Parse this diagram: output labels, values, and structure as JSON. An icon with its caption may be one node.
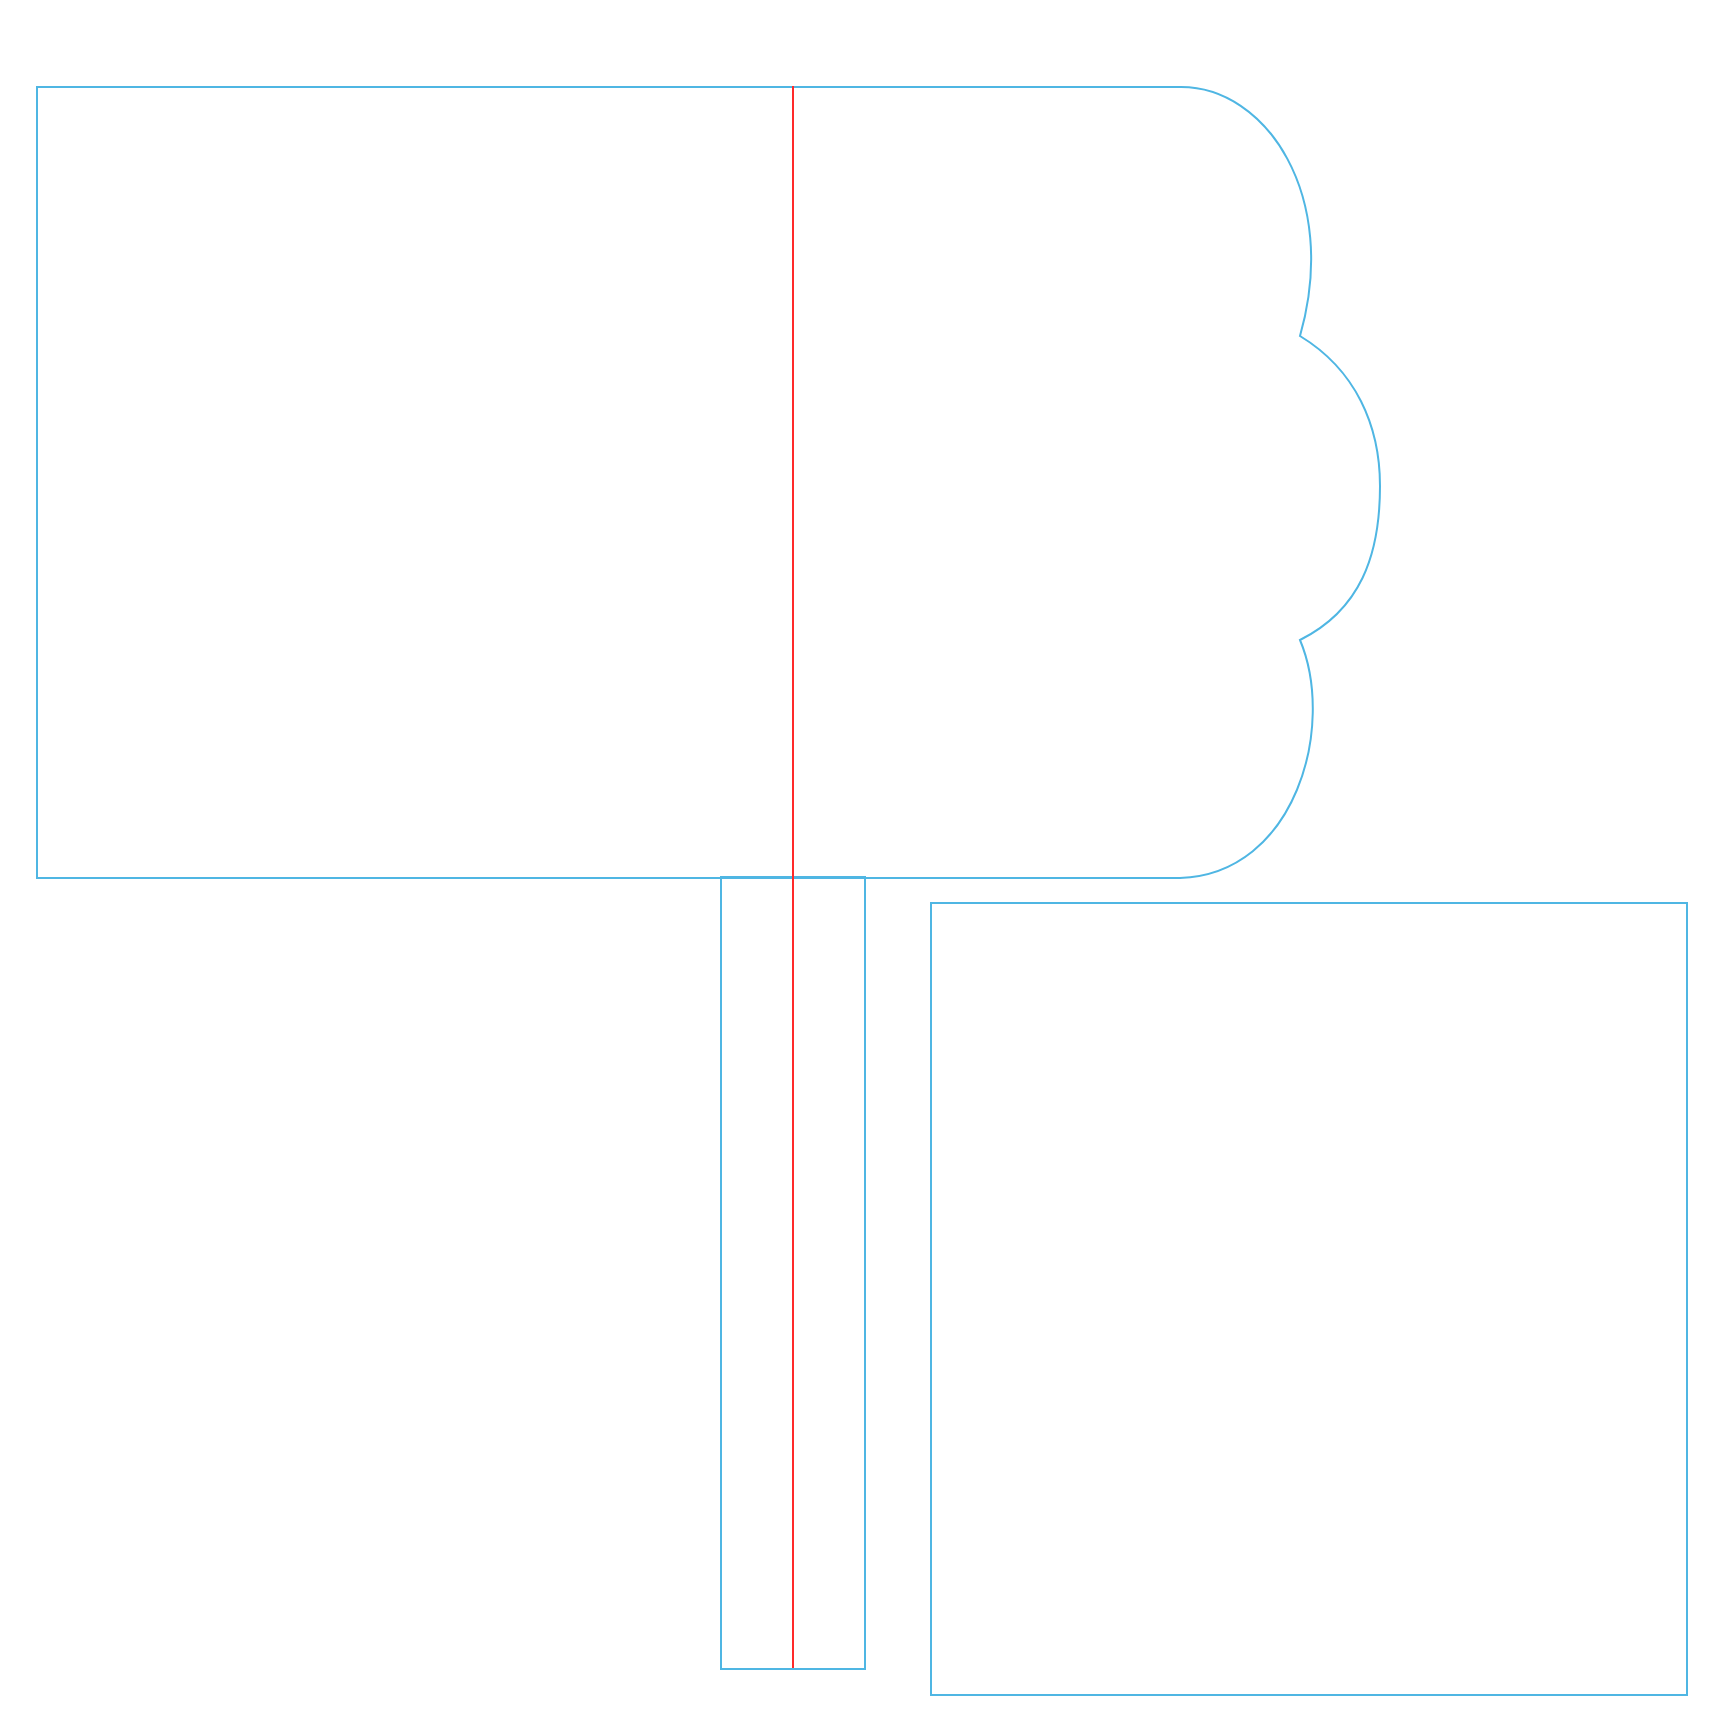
{
  "diagram": {
    "nodes": [
      {
        "text": [],
        "shape": "flag"
      },
      {
        "text": [],
        "shape": "bar"
      },
      {
        "text": [],
        "shape": "box"
      }
    ]
  }
}
